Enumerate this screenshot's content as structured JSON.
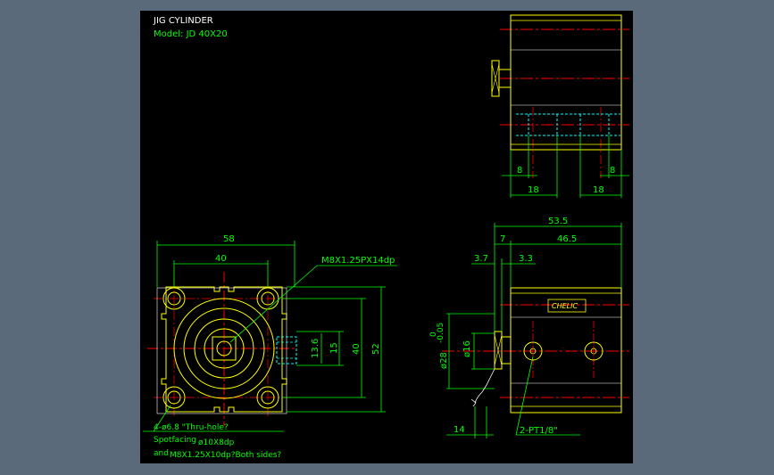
{
  "title": {
    "name": "JIG CYLINDER",
    "model": "Model: JD 40X20"
  },
  "front_view": {
    "dims": {
      "width_overall": "58",
      "bolt_spacing_h": "40",
      "thread_callout": "M8X1.25PX14dp",
      "port_height": "13.6",
      "port_opening": "15",
      "bolt_spacing_v": "40",
      "height_overall": "52"
    },
    "notes": {
      "line1": "4-ø6.8 \"Thru-hole?",
      "line2_prefix": "Spotfacing",
      "line2_value": "ø10X8dp",
      "line3_prefix": "and",
      "line3_value": "M8X1.25X10dp?Both sides?"
    }
  },
  "top_view": {
    "dims": {
      "left_small": "8",
      "right_small": "8",
      "left_large": "18",
      "right_large": "18"
    }
  },
  "side_view": {
    "dims": {
      "overall_length": "53.5",
      "rod_length": "7",
      "body_length": "46.5",
      "left_offset": "3.7",
      "right_offset": "3.3",
      "rod_end_dia": "ø28",
      "tolerance_upper": "0",
      "tolerance_lower": "-0.05",
      "rod_dia": "ø16",
      "rod_end_length": "14",
      "port_callout": "2-PT1/8\""
    },
    "label_plate": "CHELIC"
  },
  "colors": {
    "background": "#000000",
    "frame": "#5a6a7a",
    "outline": "#ffff00",
    "dimension": "#00ff00",
    "centerline": "#ff0000",
    "hidden": "#00ffff",
    "text": "#ffffff"
  }
}
